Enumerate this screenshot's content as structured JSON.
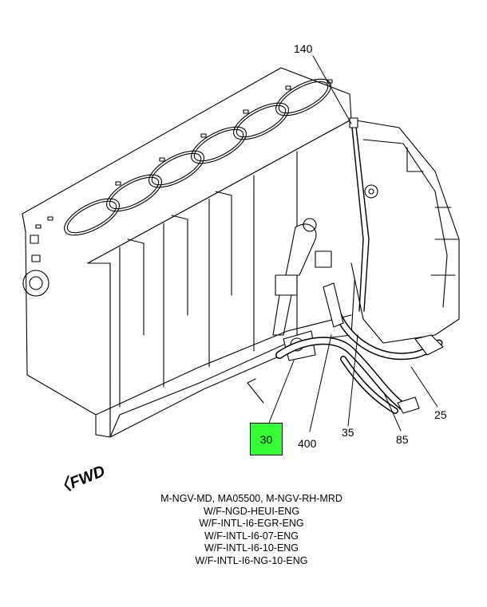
{
  "callouts": {
    "c140": "140",
    "c25": "25",
    "c30": "30",
    "c400": "400",
    "c35": "35",
    "c85": "85"
  },
  "highlight": {
    "color": "#33ff33",
    "label": "30"
  },
  "fwd": {
    "arrow": "〈",
    "text": "FWD"
  },
  "notes": [
    "M-NGV-MD, MA05500, M-NGV-RH-MRD",
    "W/F-NGD-HEUI-ENG",
    "W/F-INTL-I6-EGR-ENG",
    "W/F-INTL-I6-07-ENG",
    "W/F-INTL-I6-10-ENG",
    "W/F-INTL-I6-NG-10-ENG"
  ]
}
